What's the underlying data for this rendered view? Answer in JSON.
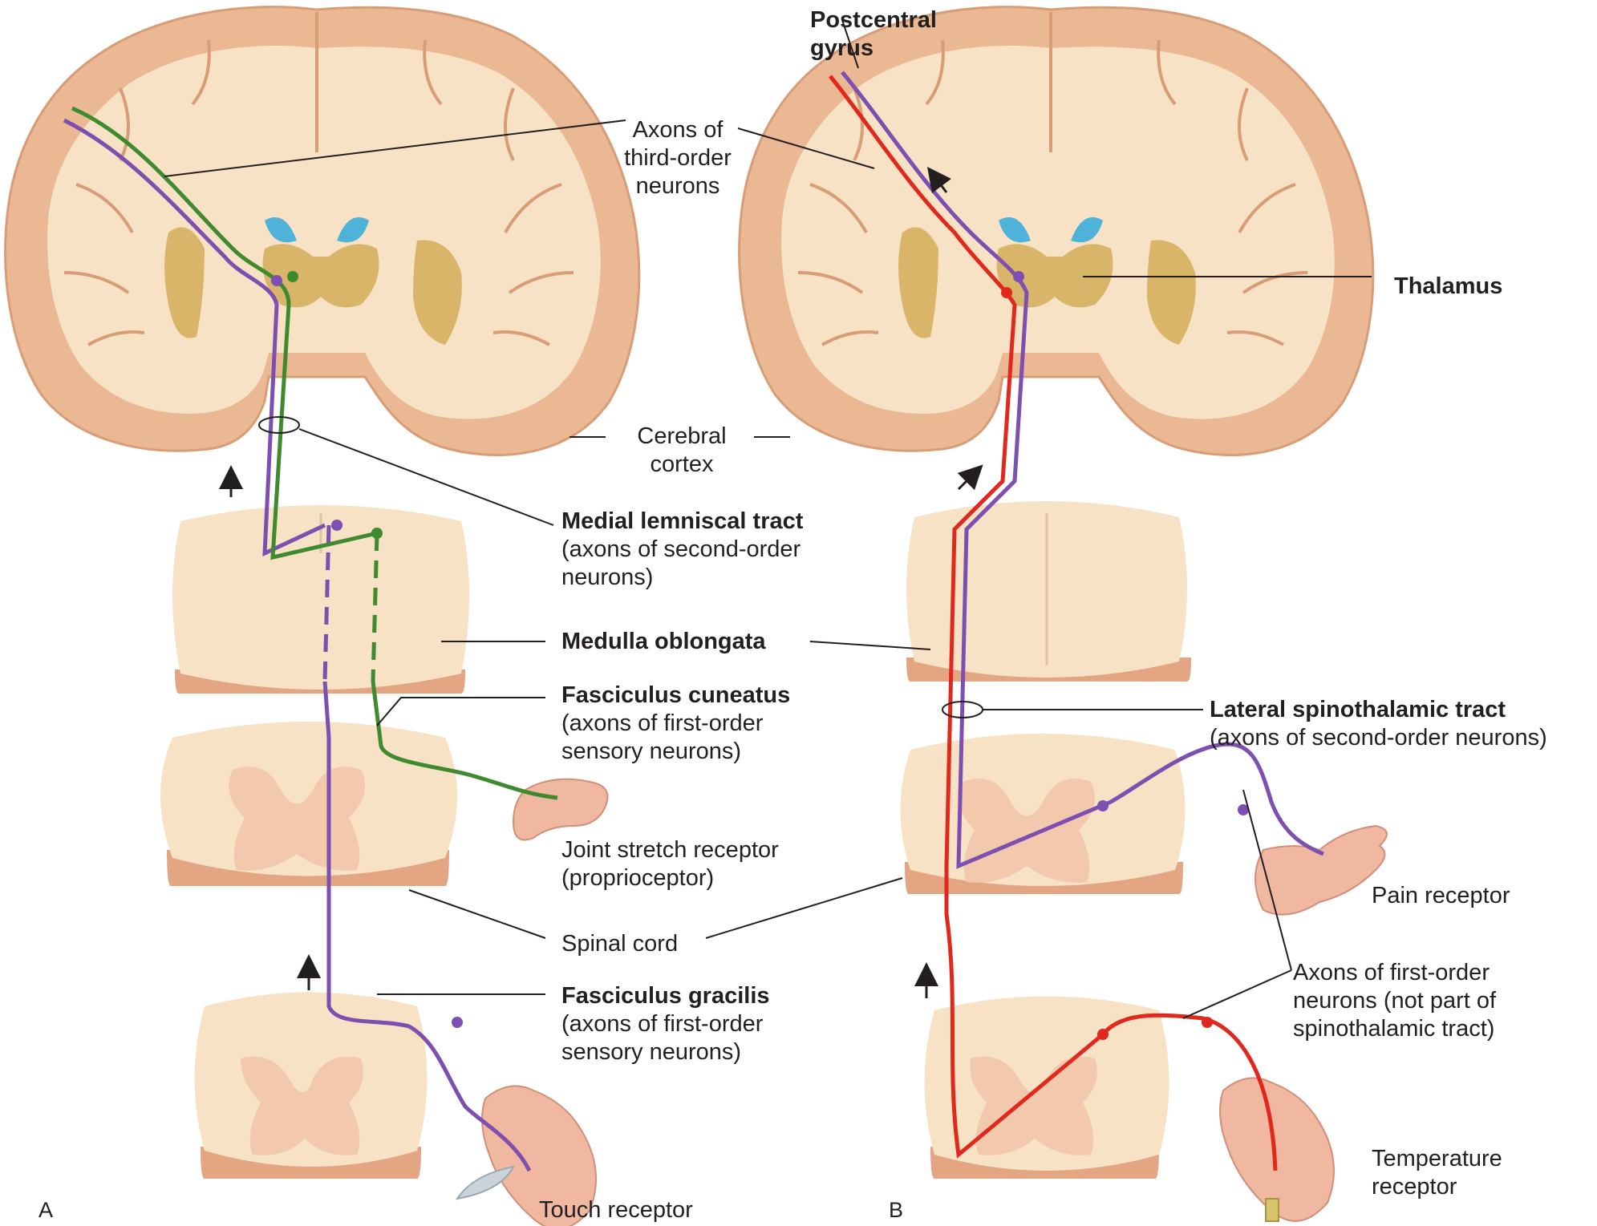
{
  "panels": {
    "a": "A",
    "b": "B"
  },
  "labels": {
    "postcentral_gyrus": [
      "Postcentral",
      "gyrus"
    ],
    "axons_third_order": [
      "Axons of",
      "third-order",
      "neurons"
    ],
    "thalamus": "Thalamus",
    "cerebral_cortex": [
      "Cerebral",
      "cortex"
    ],
    "medial_lemniscal": {
      "title": "Medial lemniscal tract",
      "detail": [
        "(axons of second-order",
        "neurons)"
      ]
    },
    "medulla_oblongata": "Medulla oblongata",
    "fasciculus_cuneatus": {
      "title": "Fasciculus cuneatus",
      "detail": [
        "(axons of first-order",
        "sensory neurons)"
      ]
    },
    "lateral_spinothalamic": {
      "title": "Lateral spinothalamic tract",
      "detail": "(axons of second-order neurons)"
    },
    "joint_stretch": [
      "Joint stretch receptor",
      "(proprioceptor)"
    ],
    "pain_receptor": "Pain receptor",
    "spinal_cord": "Spinal cord",
    "axons_first_order": [
      "Axons of first-order",
      "neurons (not part of",
      "spinothalamic tract)"
    ],
    "fasciculus_gracilis": {
      "title": "Fasciculus gracilis",
      "detail": [
        "(axons of first-order",
        "sensory neurons)"
      ]
    },
    "temperature_receptor": [
      "Temperature",
      "receptor"
    ],
    "touch_receptor": "Touch receptor"
  },
  "colors": {
    "tissue": "#f7e2c6",
    "cortex": "#eab893",
    "cortex_stroke": "#d89c77",
    "nuclei": "#d9b569",
    "ventricle": "#4fb3d9",
    "cord_gray": "#f2c9ad",
    "cord_side": "#e3a582",
    "purple": "#7d4fb0",
    "green": "#3f8a2f",
    "red": "#e0281c",
    "skin": "#f0b8a0",
    "leader": "#231f20"
  }
}
